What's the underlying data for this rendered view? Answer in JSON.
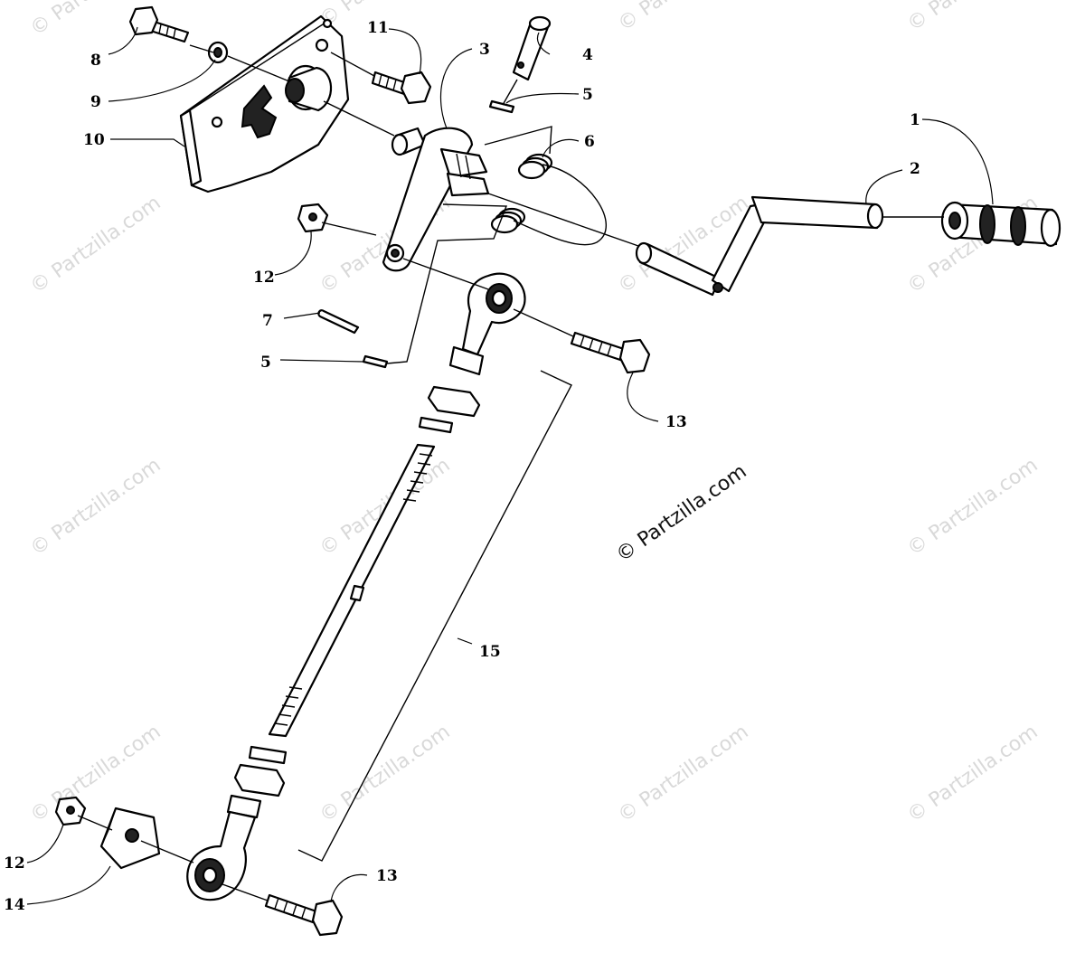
{
  "diagram": {
    "callouts": [
      {
        "id": "c1",
        "label": "1"
      },
      {
        "id": "c2",
        "label": "2"
      },
      {
        "id": "c3",
        "label": "3"
      },
      {
        "id": "c4",
        "label": "4"
      },
      {
        "id": "c5a",
        "label": "5"
      },
      {
        "id": "c5b",
        "label": "5"
      },
      {
        "id": "c6",
        "label": "6"
      },
      {
        "id": "c7",
        "label": "7"
      },
      {
        "id": "c8",
        "label": "8"
      },
      {
        "id": "c9",
        "label": "9"
      },
      {
        "id": "c10",
        "label": "10"
      },
      {
        "id": "c11",
        "label": "11"
      },
      {
        "id": "c12a",
        "label": "12"
      },
      {
        "id": "c12b",
        "label": "12"
      },
      {
        "id": "c13a",
        "label": "13"
      },
      {
        "id": "c13b",
        "label": "13"
      },
      {
        "id": "c14",
        "label": "14"
      },
      {
        "id": "c15",
        "label": "15"
      }
    ],
    "watermark_text": "© Partzilla.com",
    "credit_text": "© Partzilla.com"
  }
}
